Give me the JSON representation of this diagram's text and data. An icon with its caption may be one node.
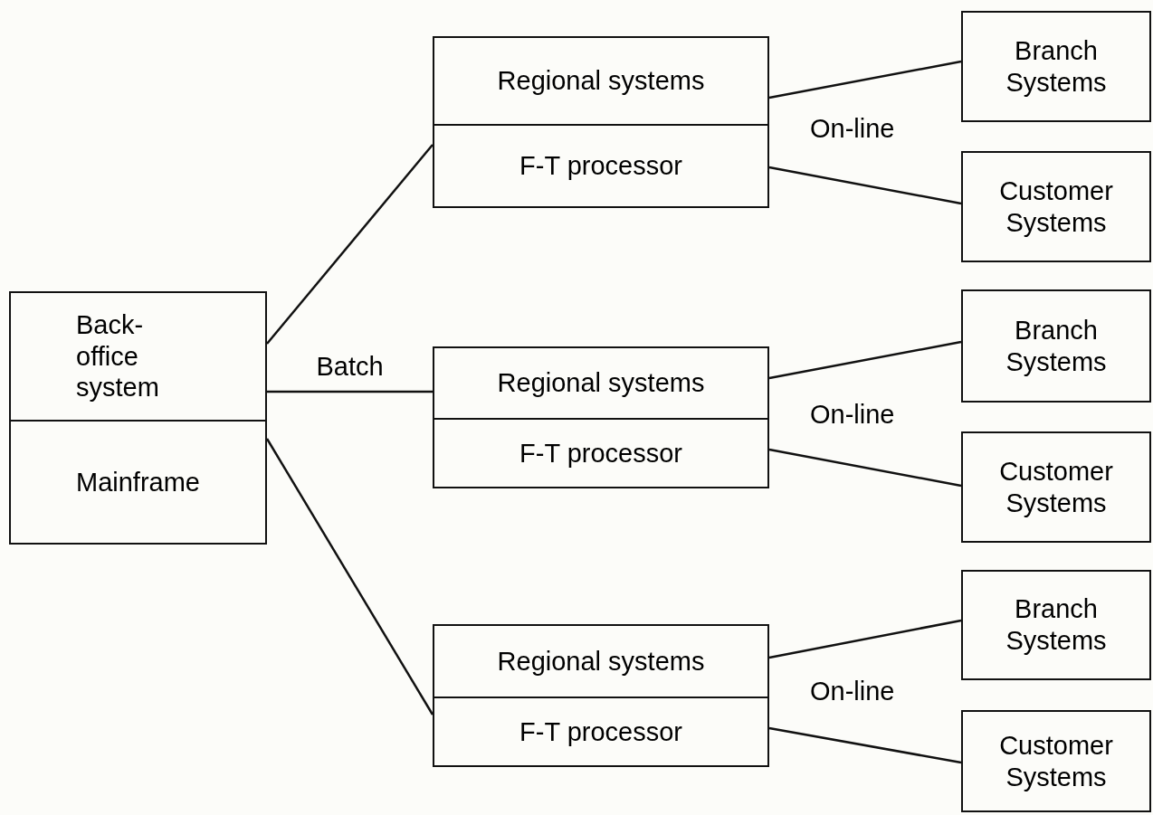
{
  "diagram": {
    "nodes": [
      {
        "text": [
          "Back- office system",
          "Mainframe"
        ]
      },
      {
        "text": [
          "Regional systems",
          "F-T processor"
        ]
      },
      {
        "text": [
          "Branch Systems"
        ]
      },
      {
        "text": [
          "Customer Systems"
        ]
      },
      {
        "text": [
          "Regional systems",
          "F-T processor"
        ]
      },
      {
        "text": [
          "Branch Systems"
        ]
      },
      {
        "text": [
          "Customer Systems"
        ]
      },
      {
        "text": [
          "Regional systems",
          "F-T processor"
        ]
      },
      {
        "text": [
          "Branch Systems"
        ]
      },
      {
        "text": [
          "Customer Systems"
        ]
      }
    ],
    "edges": [
      {
        "from": 0,
        "to": 1,
        "arrow": "none"
      },
      {
        "from": 0,
        "to": 4,
        "arrow": "none",
        "label": "Batch"
      },
      {
        "from": 0,
        "to": 7,
        "arrow": "none"
      },
      {
        "from": 1,
        "to": 2,
        "arrow": "none"
      },
      {
        "from": 1,
        "to": 3,
        "arrow": "none"
      },
      {
        "from": 4,
        "to": 5,
        "arrow": "none"
      },
      {
        "from": 4,
        "to": 6,
        "arrow": "none"
      },
      {
        "from": 7,
        "to": 8,
        "arrow": "none"
      },
      {
        "from": 7,
        "to": 9,
        "arrow": "none"
      }
    ],
    "labels": [
      "On-line",
      "On-line",
      "On-line"
    ]
  }
}
